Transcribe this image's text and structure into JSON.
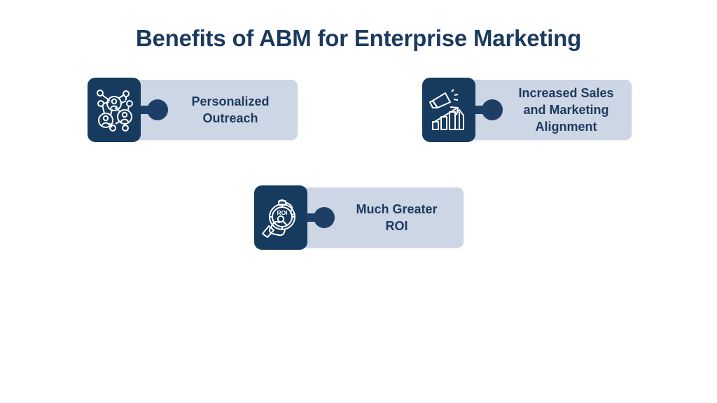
{
  "slide": {
    "background_color": "#ffffff",
    "title": "Benefits of ABM for Enterprise Marketing",
    "title_color": "#1b3a5e",
    "accent_dark": "#173a5f",
    "panel_color": "#ccd6e4",
    "connector_color": "#1d3f66",
    "label_color": "#1e3a5f"
  },
  "cards": [
    {
      "id": "personalized-outreach",
      "label": "Personalized Outreach",
      "label_line_1": "Personalized",
      "label_line_2": "Outreach",
      "icon": "network-people-icon"
    },
    {
      "id": "sales-alignment",
      "label": "Increased Sales and Marketing Alignment",
      "label_line_1": "Increased Sales",
      "label_line_2": "and Marketing",
      "label_line_3": "Alignment",
      "icon": "megaphone-growth-chart-icon"
    },
    {
      "id": "greater-roi",
      "label": "Much Greater ROI",
      "label_line_1": "Much Greater",
      "label_line_2": "ROI",
      "icon": "roi-stopwatch-hand-icon",
      "icon_text": "ROI"
    }
  ]
}
